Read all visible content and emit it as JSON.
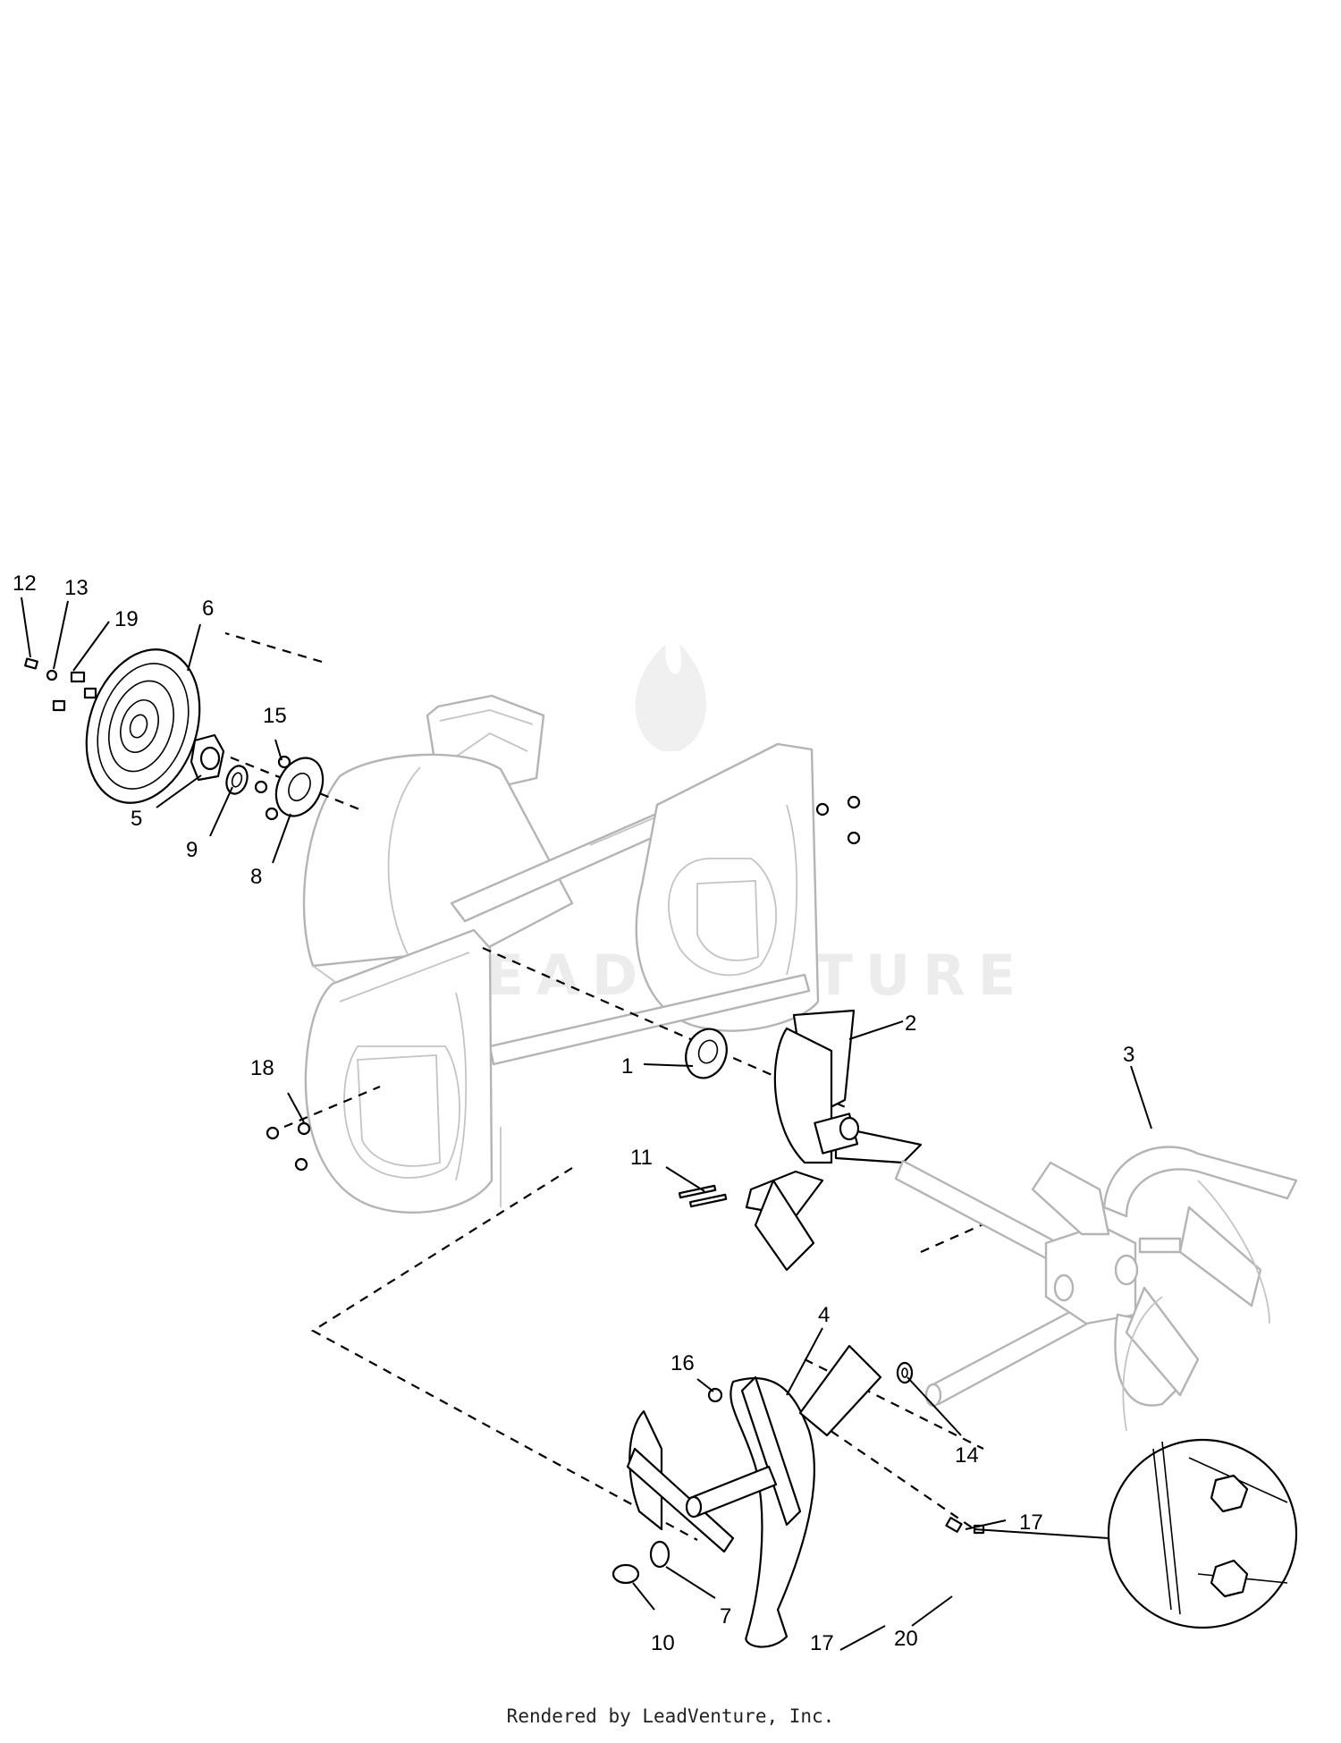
{
  "callouts": [
    "1",
    "2",
    "3",
    "4",
    "5",
    "6",
    "7",
    "8",
    "9",
    "10",
    "11",
    "12",
    "13",
    "14",
    "15",
    "16",
    "17",
    "17",
    "18",
    "19",
    "20"
  ],
  "watermark": "LEADVENTURE",
  "footer": "Rendered by LeadVenture, Inc."
}
